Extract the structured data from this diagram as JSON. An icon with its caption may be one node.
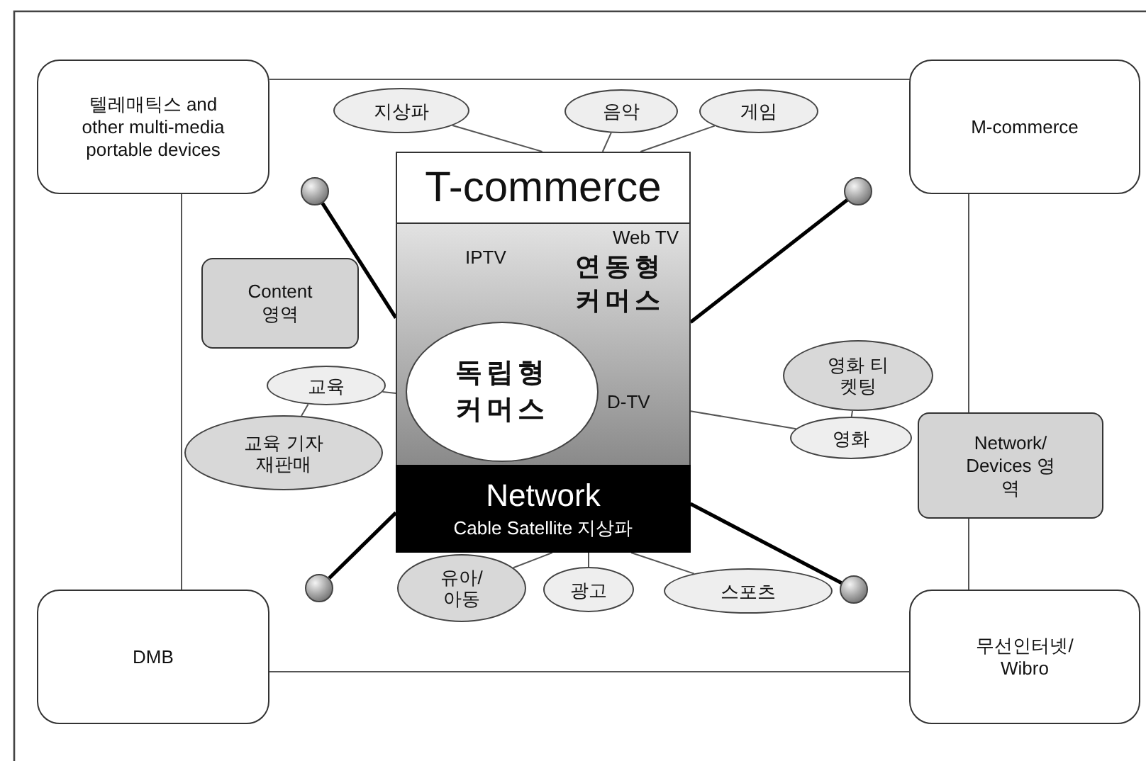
{
  "diagram": {
    "nodes": [
      {
        "text": [
          "텔레매틱스 and other multi-media portable devices"
        ]
      },
      {
        "text": [
          "지상파"
        ]
      },
      {
        "text": [
          "음악"
        ]
      },
      {
        "text": [
          "게임"
        ]
      },
      {
        "text": [
          "M-commerce"
        ]
      },
      {
        "text": [
          "T-commerce"
        ]
      },
      {
        "text": [],
        "shape": "circle"
      },
      {
        "text": [],
        "shape": "circle"
      },
      {
        "text": [
          "IPTV",
          "Web TV",
          "연동형 커머스",
          "D-TV"
        ]
      },
      {
        "text": [
          "Content 영역"
        ]
      },
      {
        "text": [
          "영화 티켓팅"
        ]
      },
      {
        "text": [
          "교육"
        ]
      },
      {
        "text": [
          "독립형 커머스"
        ],
        "in": 8
      },
      {
        "text": [
          "교육 기자재판매"
        ]
      },
      {
        "text": [
          "영화"
        ]
      },
      {
        "text": [
          "Network/ Devices 영역"
        ]
      },
      {
        "text": [
          "Network",
          "Cable Satellite 지상파"
        ]
      },
      {
        "text": [],
        "shape": "circle"
      },
      {
        "text": [
          "유아/ 아동"
        ]
      },
      {
        "text": [
          "광고"
        ]
      },
      {
        "text": [
          "스포츠"
        ]
      },
      {
        "text": [],
        "shape": "circle"
      },
      {
        "text": [
          "DMB"
        ]
      },
      {
        "text": [
          "무선인터넷/ Wibro"
        ]
      }
    ],
    "edges": [
      {
        "from": 0,
        "to": 4,
        "arrow": "none"
      },
      {
        "from": 0,
        "to": 22,
        "arrow": "none"
      },
      {
        "from": 22,
        "to": 23,
        "arrow": "none"
      },
      {
        "from": 4,
        "to": 15,
        "arrow": "none"
      },
      {
        "from": 15,
        "to": 23,
        "arrow": "none"
      },
      {
        "from": 1,
        "to": 5,
        "arrow": "none"
      },
      {
        "from": 2,
        "to": 5,
        "arrow": "none"
      },
      {
        "from": 3,
        "to": 5,
        "arrow": "none"
      },
      {
        "from": 6,
        "to": 8,
        "arrow": "none",
        "style": "thick"
      },
      {
        "from": 7,
        "to": 8,
        "arrow": "none",
        "style": "thick"
      },
      {
        "from": 17,
        "to": 16,
        "arrow": "none",
        "style": "thick"
      },
      {
        "from": 21,
        "to": 16,
        "arrow": "none",
        "style": "thick"
      },
      {
        "from": 11,
        "to": 8,
        "arrow": "none"
      },
      {
        "from": 13,
        "to": 11,
        "arrow": "none"
      },
      {
        "from": 14,
        "to": 8,
        "arrow": "none"
      },
      {
        "from": 10,
        "to": 14,
        "arrow": "none"
      },
      {
        "from": 18,
        "to": 16,
        "arrow": "none"
      },
      {
        "from": 19,
        "to": 16,
        "arrow": "none"
      },
      {
        "from": 20,
        "to": 16,
        "arrow": "none"
      }
    ]
  }
}
